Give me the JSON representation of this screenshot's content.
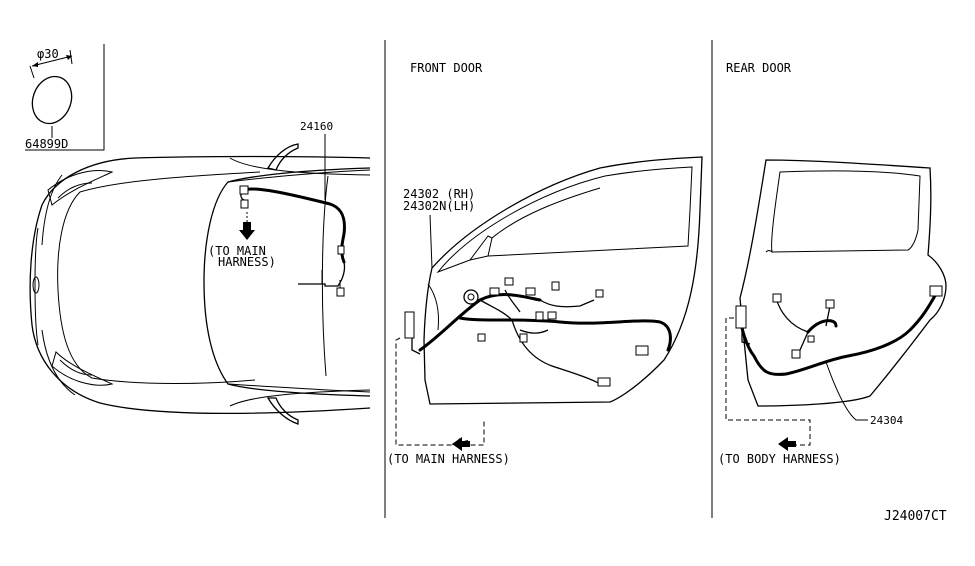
{
  "diagram_code": "J24007CT",
  "grommet": {
    "size_label": "φ30",
    "part_number": "64899D"
  },
  "body_harness": {
    "part_number": "24160",
    "note_line1": "(TO MAIN",
    "note_line2": "HARNESS)"
  },
  "front_door": {
    "title": "FRONT DOOR",
    "part_rh": "24302 (RH)",
    "part_lh": "24302N(LH)",
    "note": "(TO MAIN  HARNESS)"
  },
  "rear_door": {
    "title": "REAR DOOR",
    "part_number": "24304",
    "note": "(TO BODY  HARNESS)"
  }
}
